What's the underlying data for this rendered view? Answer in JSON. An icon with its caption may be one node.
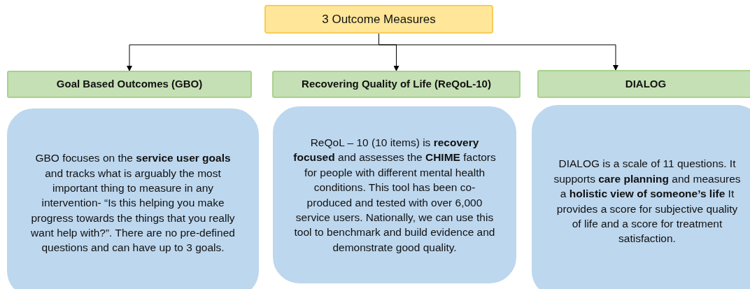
{
  "diagram": {
    "nodes": [
      {
        "text": [
          "3 Outcome Measures"
        ]
      },
      {
        "text": [
          "Goal Based Outcomes (GBO)"
        ]
      },
      {
        "text": [
          "Recovering Quality of Life (ReQoL-10)"
        ]
      },
      {
        "text": [
          "DIALOG"
        ]
      },
      {
        "text": [
          "GBO focuses on the **service user goals** and tracks what is arguably the most important thing to measure in any intervention- “Is this helping you make progress towards the things that you really want help with?”. There are no pre-defined questions and can have up to 3 goals."
        ]
      },
      {
        "text": [
          "ReQoL – 10 (10 items) is **recovery focused** and assesses the **CHIME** factors for people with different mental health conditions. This tool has been co-produced and tested with over 6,000 service users. Nationally, we can use this tool to benchmark and build evidence and demonstrate good quality."
        ]
      },
      {
        "text": [
          "DIALOG is a scale of 11 questions. It supports **care planning** and measures a **holistic view of someone’s life** It provides a score for subjective quality of life and a score for treatment satisfaction."
        ]
      }
    ],
    "edges": [
      {
        "from": 0,
        "to": 1,
        "arrow": "to"
      },
      {
        "from": 0,
        "to": 2,
        "arrow": "to"
      },
      {
        "from": 0,
        "to": 3,
        "arrow": "to"
      }
    ]
  }
}
